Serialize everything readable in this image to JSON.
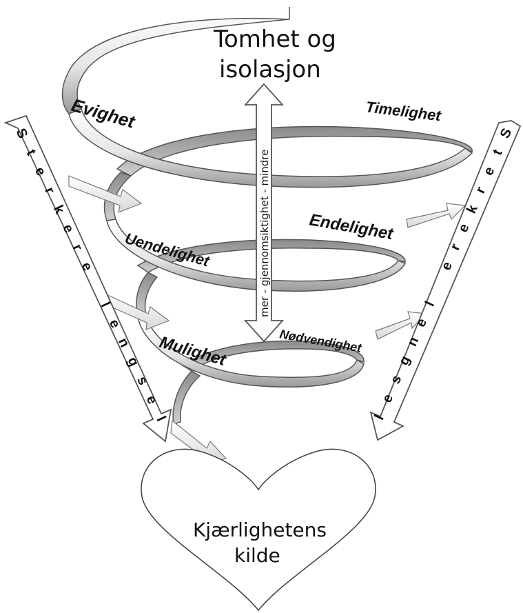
{
  "title": {
    "line1": "Tomhet og",
    "line2": "isolasjon"
  },
  "axis_label": "mer - gjennomsiktighet - mindre",
  "labels": {
    "evighet": "Evighet",
    "timelighet": "Timelighet",
    "uendelighet": "Uendelighet",
    "endelighet": "Endelighet",
    "mulighet": "Mulighet",
    "nodvendighet": "Nødvendighet"
  },
  "side_label_left": [
    "S",
    "t",
    "e",
    "r",
    "k",
    "e",
    "r",
    "e",
    "",
    "l",
    "e",
    "n",
    "g",
    "s",
    "e",
    "l"
  ],
  "side_label_right": [
    "S",
    "t",
    "e",
    "r",
    "k",
    "e",
    "r",
    "e",
    "",
    "l",
    "e",
    "n",
    "g",
    "s",
    "e",
    "l"
  ],
  "heart": {
    "line1": "Kjærlighetens",
    "line2": "kilde"
  }
}
